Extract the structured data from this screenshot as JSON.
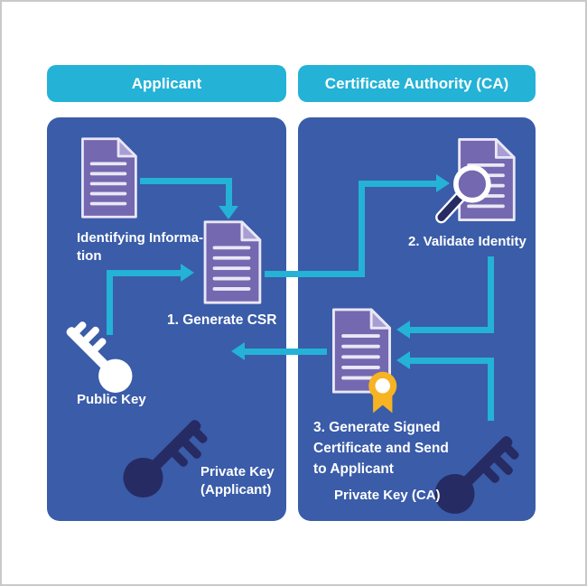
{
  "colors": {
    "cyan": "#24b2d7",
    "panel-blue": "#3a5ca9",
    "navy": "#272b63",
    "doc-purple": "#7468b0",
    "doc-fold": "#a79ed4",
    "doc-line": "#eae7f6",
    "gold": "#f6b323",
    "text-white": "#ffffff",
    "frame-gray": "#c9c9c9"
  },
  "applicant": {
    "header": "Applicant",
    "identifying_info": {
      "lines": [
        "Identifying Informa-",
        "tion"
      ]
    },
    "generate_csr": "1. Generate CSR",
    "public_key": "Public Key",
    "private_key": {
      "lines": [
        "Private Key",
        "(Applicant)"
      ]
    }
  },
  "ca": {
    "header": "Certificate Authority (CA)",
    "validate_identity": "2. Validate Identity",
    "signed_cert": {
      "lines": [
        "3. Generate Signed",
        "Certificate and Send",
        "to Applicant"
      ]
    },
    "private_key": "Private Key (CA)"
  }
}
